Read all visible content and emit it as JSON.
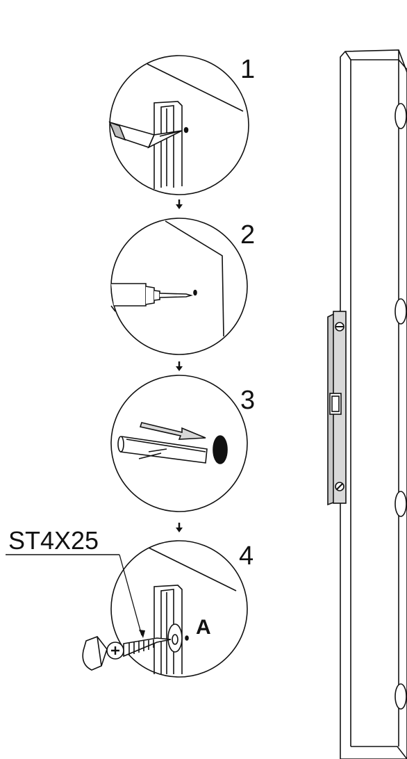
{
  "steps": [
    {
      "number": "1",
      "action": "mark"
    },
    {
      "number": "2",
      "action": "drill"
    },
    {
      "number": "3",
      "action": "insert-plug"
    },
    {
      "number": "4",
      "action": "screw"
    }
  ],
  "screw_spec": "ST4X25",
  "part_label": "A",
  "colors": {
    "line": "#111111",
    "fill": "#ffffff",
    "strike_plate": "#d9d9d9"
  }
}
